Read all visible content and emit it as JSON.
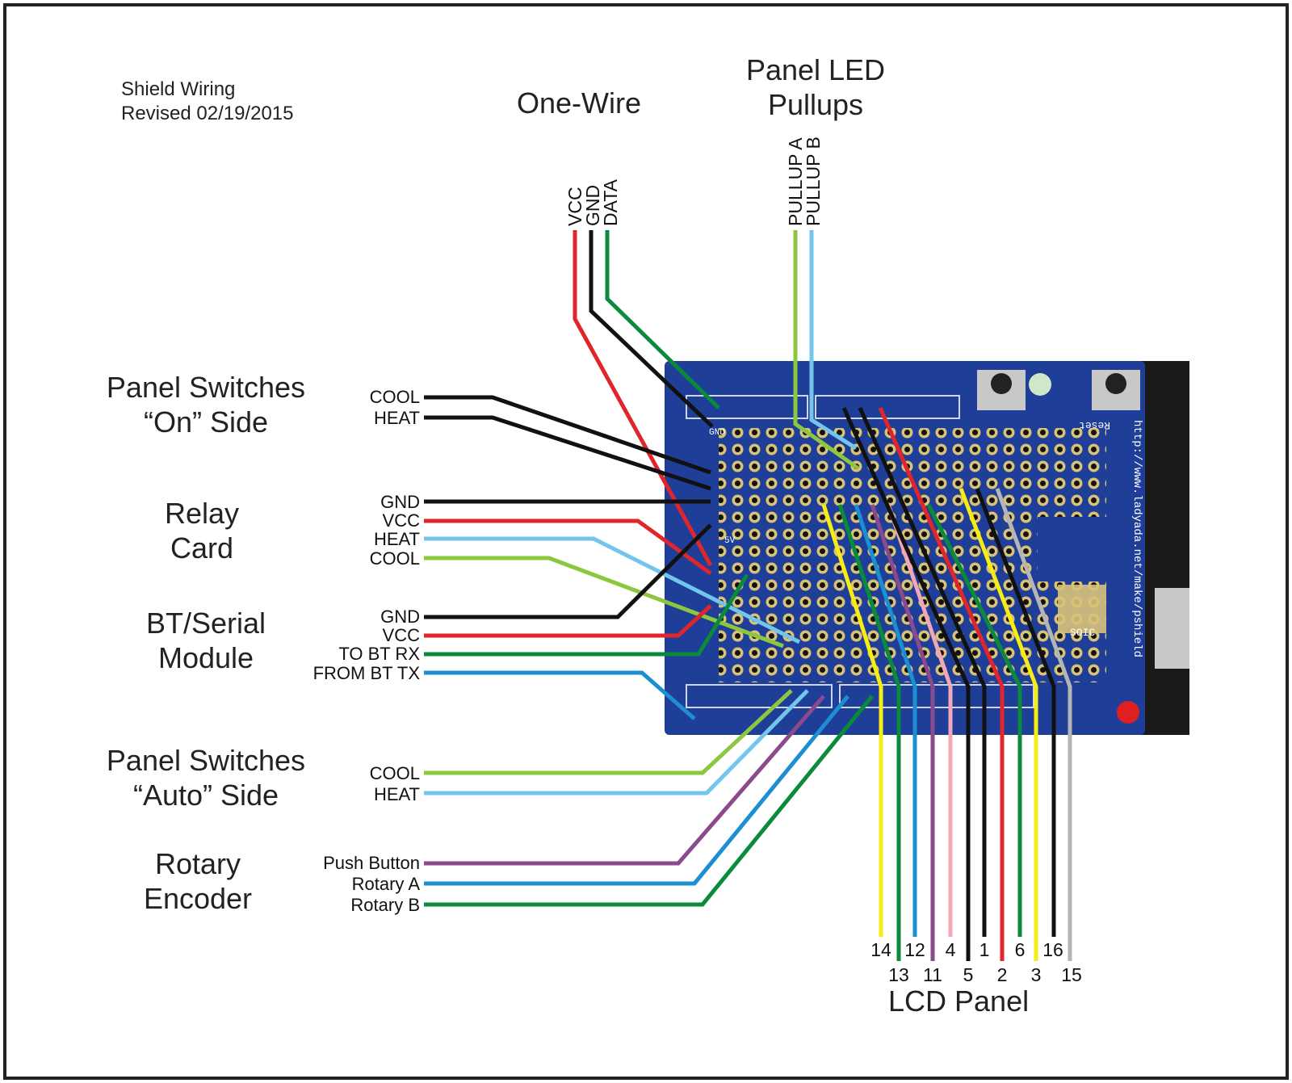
{
  "title": {
    "line1": "Shield Wiring",
    "line2": "Revised 02/19/2015"
  },
  "groups": {
    "one_wire": "One-Wire",
    "panel_led": [
      "Panel LED",
      "Pullups"
    ],
    "switches_on": [
      "Panel Switches",
      "“On” Side"
    ],
    "relay": [
      "Relay",
      "Card"
    ],
    "bt": [
      "BT/Serial",
      "Module"
    ],
    "switches_auto": [
      "Panel Switches",
      "“Auto” Side"
    ],
    "rotary": [
      "Rotary",
      "Encoder"
    ],
    "lcd": "LCD Panel"
  },
  "top_pins": {
    "one_wire": [
      "VCC",
      "GND",
      "DATA"
    ],
    "panel_led": [
      "PULLUP A",
      "PULLUP B"
    ]
  },
  "left_labels": {
    "switches_on": [
      "COOL",
      "HEAT"
    ],
    "relay": [
      "GND",
      "VCC",
      "HEAT",
      "COOL"
    ],
    "bt": [
      "GND",
      "VCC",
      "TO BT RX",
      "FROM BT TX"
    ],
    "switches_auto": [
      "COOL",
      "HEAT"
    ],
    "rotary": [
      "Push Button",
      "Rotary A",
      "Rotary B"
    ]
  },
  "lcd_pins_upper": [
    "14",
    "12",
    "4",
    "1",
    "6",
    "16"
  ],
  "lcd_pins_lower": [
    "13",
    "11",
    "5",
    "2",
    "3",
    "15"
  ],
  "board_text": {
    "gnd": "GND",
    "five_v": "5V",
    "reset": "Reset",
    "url": "http://www.ladyada.net/make/pshield",
    "soic": "SOIC"
  },
  "colors": {
    "black": "#111111",
    "red": "#e0262b",
    "green": "#0a8a3a",
    "lime": "#8dc63f",
    "lightblue": "#74c5ec",
    "blue": "#1b8fd2",
    "purple": "#8a4a8c",
    "pink": "#f1a7b6",
    "yellow": "#f7ec13",
    "gray": "#b5b5b5",
    "board": "#1f3e98"
  }
}
